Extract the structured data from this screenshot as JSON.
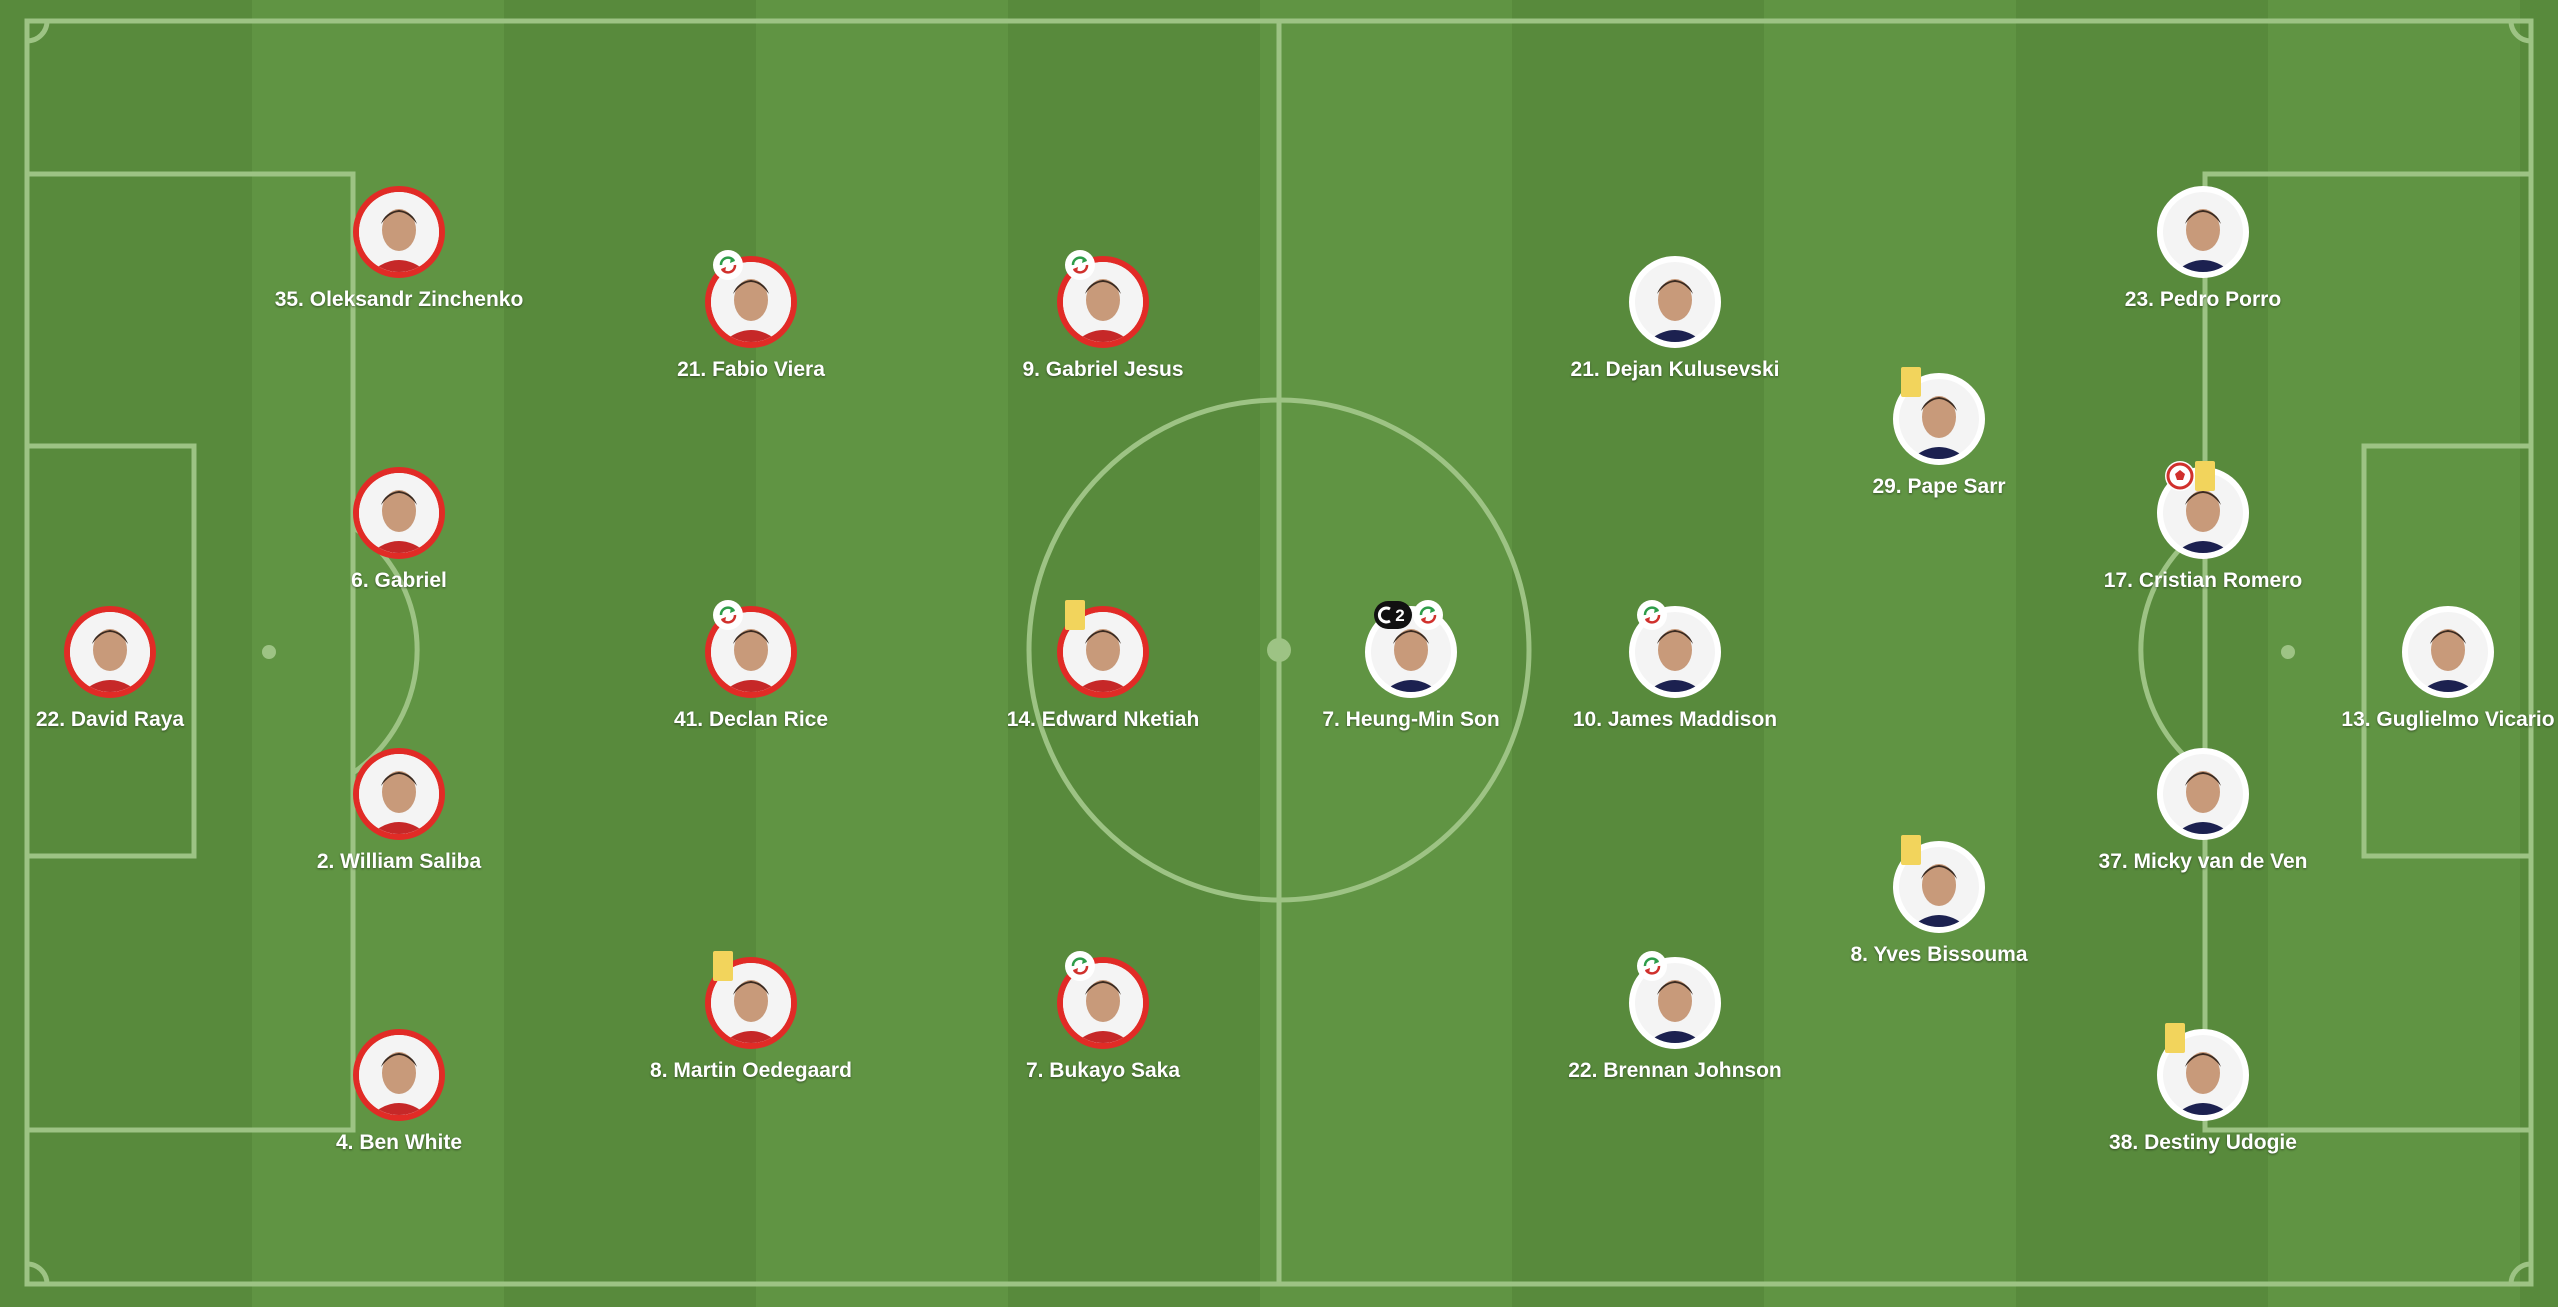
{
  "colors": {
    "pitch_light": "#609443",
    "pitch_dark": "#588a3c",
    "line": "#9dc384",
    "home_ring": "#e12b26",
    "away_ring": "#ffffff",
    "yellow_card": "#f2d45c"
  },
  "home": {
    "players": [
      {
        "label": "22. David Raya",
        "badges": []
      },
      {
        "label": "35. Oleksandr Zinchenko",
        "badges": []
      },
      {
        "label": "6. Gabriel",
        "badges": []
      },
      {
        "label": "2. William Saliba",
        "badges": []
      },
      {
        "label": "4. Ben White",
        "badges": []
      },
      {
        "label": "21. Fabio Viera",
        "badges": [
          "substitution-icon"
        ]
      },
      {
        "label": "41. Declan Rice",
        "badges": [
          "substitution-icon"
        ]
      },
      {
        "label": "8. Martin Oedegaard",
        "badges": [
          "yellow-card-icon"
        ]
      },
      {
        "label": "9. Gabriel Jesus",
        "badges": [
          "substitution-icon"
        ]
      },
      {
        "label": "14. Edward Nketiah",
        "badges": [
          "yellow-card-icon"
        ]
      },
      {
        "label": "7. Bukayo Saka",
        "badges": [
          "substitution-icon"
        ]
      }
    ]
  },
  "away": {
    "players": [
      {
        "label": "13. Guglielmo Vicario",
        "badges": []
      },
      {
        "label": "23. Pedro Porro",
        "badges": []
      },
      {
        "label": "17. Cristian Romero",
        "badges": [
          "goal-ball-icon",
          "yellow-card-icon"
        ]
      },
      {
        "label": "37. Micky van de Ven",
        "badges": []
      },
      {
        "label": "38. Destiny Udogie",
        "badges": [
          "yellow-card-icon"
        ]
      },
      {
        "label": "29. Pape Sarr",
        "badges": [
          "yellow-card-icon"
        ]
      },
      {
        "label": "8. Yves Bissouma",
        "badges": [
          "yellow-card-icon"
        ]
      },
      {
        "label": "21. Dejan Kulusevski",
        "badges": []
      },
      {
        "label": "10. James Maddison",
        "badges": [
          "substitution-icon"
        ]
      },
      {
        "label": "22. Brennan Johnson",
        "badges": [
          "substitution-icon"
        ]
      },
      {
        "label": "7. Heung-Min Son",
        "badges": [
          "captain-icon",
          "substitution-icon"
        ],
        "goals": "2"
      }
    ]
  }
}
